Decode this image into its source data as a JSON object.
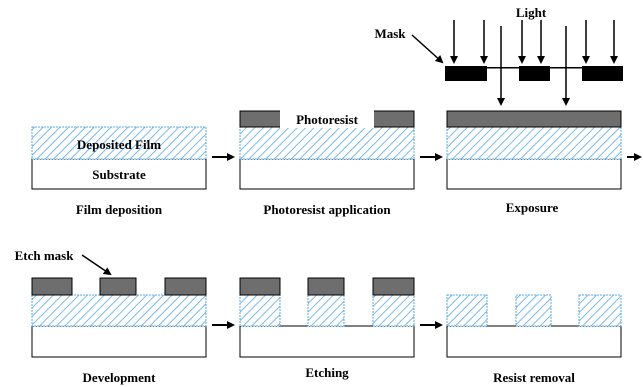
{
  "colors": {
    "film": "#5aa8e8",
    "film_bg": "#ffffff",
    "resist": "#6e6e6e",
    "mask": "#000000",
    "outline": "#000000"
  },
  "labels": {
    "light": "Light",
    "mask": "Mask",
    "photoresist": "Photoresist",
    "deposited_film": "Deposited Film",
    "substrate": "Substrate",
    "etch_mask": "Etch mask"
  },
  "steps": [
    {
      "id": "film-deposition",
      "caption": "Film deposition"
    },
    {
      "id": "photoresist-application",
      "caption": "Photoresist application"
    },
    {
      "id": "exposure",
      "caption": "Exposure"
    },
    {
      "id": "development",
      "caption": "Development"
    },
    {
      "id": "etching",
      "caption": "Etching"
    },
    {
      "id": "resist-removal",
      "caption": "Resist removal"
    }
  ]
}
